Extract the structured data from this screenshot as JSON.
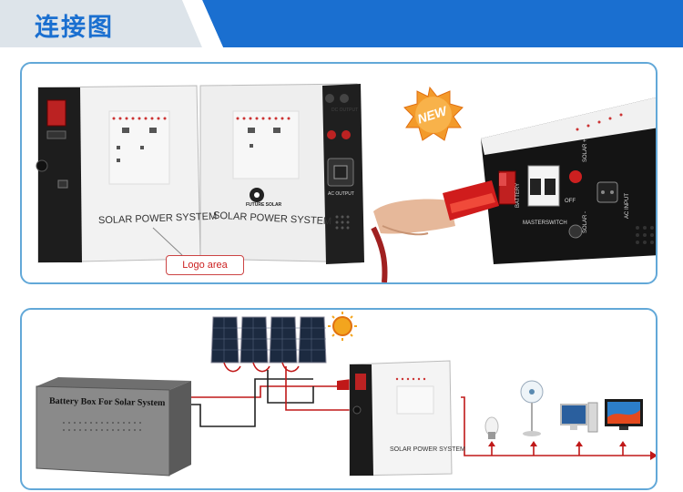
{
  "header": {
    "title": "连接图",
    "colors": {
      "blue": "#1a6fd0",
      "light": "#dde4ea"
    }
  },
  "top_panel": {
    "unit_label_1": "SOLAR POWER SYSTEM",
    "unit_label_2": "SOLAR POWER SYSTEM",
    "brand": "FUTURE SOLAR",
    "logo_callout": "Logo area",
    "new_badge": "NEW",
    "front_labels": {
      "battery": "BATTERY",
      "solar_plus": "SOLAR +",
      "solar_minus": "SOLAR -",
      "ac_input": "AC INPUT",
      "masterswitch": "MASTERSWITCH",
      "off": "OFF",
      "dc_output": "DC OUTPUT",
      "ac_output": "AC OUTPUT"
    }
  },
  "bottom_panel": {
    "battery_box_label": "Battery Box For Solar System",
    "unit_label": "SOLAR POWER SYSTEM"
  }
}
